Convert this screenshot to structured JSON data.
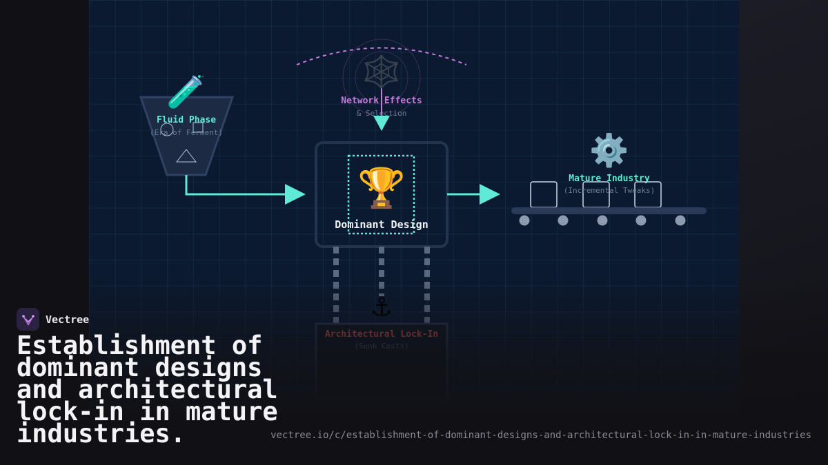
{
  "diagram": {
    "fluid_phase": {
      "icon": "test-tube-icon",
      "glyph": "🧪",
      "title": "Fluid Phase",
      "subtitle": "(Era of Ferment)"
    },
    "network_effects": {
      "icon": "web-icon",
      "glyph": "🕸️",
      "title": "Network Effects",
      "subtitle": "& Selection"
    },
    "dominant_design": {
      "icon": "trophy-icon",
      "glyph": "🏆",
      "title": "Dominant Design"
    },
    "mature_industry": {
      "icon": "gear-icon",
      "glyph": "⚙️",
      "title": "Mature Industry",
      "subtitle": "(Incremental Tweaks)"
    },
    "lock_in": {
      "icon": "anchor-icon",
      "glyph": "⚓",
      "title": "Architectural Lock-In",
      "subtitle": "(Sunk Costs)"
    }
  },
  "colors": {
    "accent_teal": "#5eead4",
    "accent_purple": "#c77dde",
    "lock_in_red": "#b84a4a",
    "box_border": "#24344f"
  },
  "brand": {
    "name": "Vectree",
    "icon": "vectree-logo-icon"
  },
  "headline": "Establishment of dominant designs and architectural lock-in in mature industries.",
  "url": "vectree.io/c/establishment-of-dominant-designs-and-architectural-lock-in-in-mature-industries"
}
